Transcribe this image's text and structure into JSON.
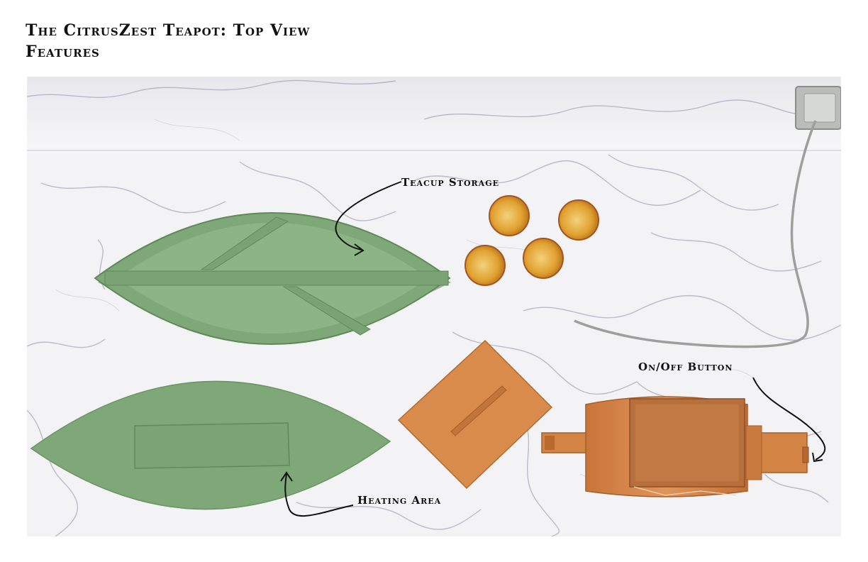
{
  "title": {
    "line1": "The CitrusZest Teapot: Top View",
    "line2": "Features"
  },
  "labels": {
    "teacup_storage": "Teacup Storage",
    "on_off_button": "On/Off Button",
    "heating_area": "Heating Area"
  },
  "colors": {
    "tray_green": "#7fa878",
    "teapot_orange": "#d88a4a",
    "cup_amber": "#e0a030",
    "marble": "#f2f2f4"
  }
}
